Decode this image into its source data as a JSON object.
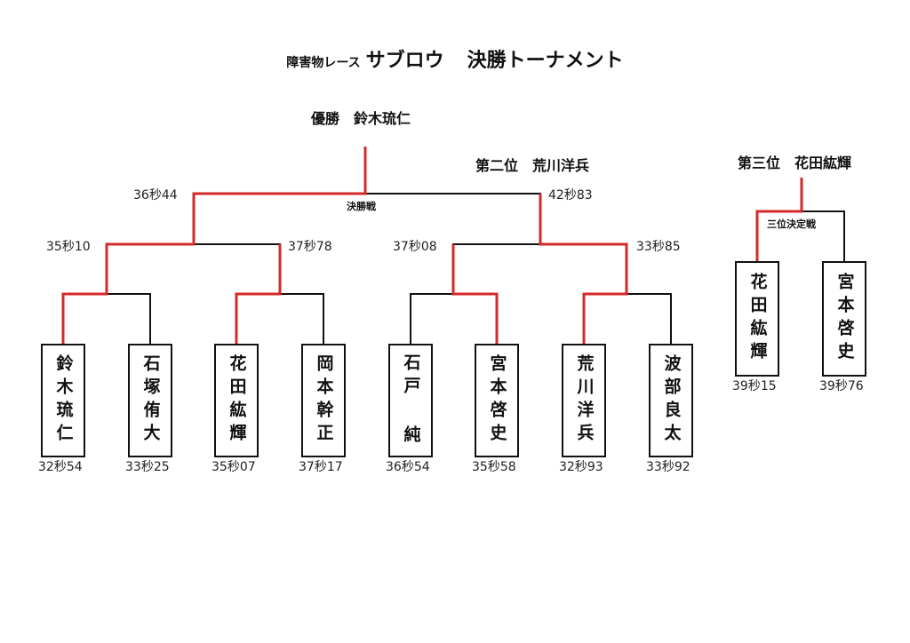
{
  "title": {
    "sub": "障害物レース",
    "main": "サブロウ",
    "tournament": "決勝トーナメント"
  },
  "winner": {
    "label": "優勝",
    "name": "鈴木琉仁"
  },
  "second": {
    "label": "第二位",
    "name": "荒川洋兵"
  },
  "third": {
    "label": "第三位",
    "name": "花田紘輝"
  },
  "final_label": "決勝戦",
  "third_match_label": "三位決定戦",
  "final_times": [
    "36秒44",
    "42秒83"
  ],
  "semi_times": [
    "35秒10",
    "37秒78",
    "37秒08",
    "33秒85"
  ],
  "players": [
    {
      "name": "鈴木琉仁",
      "time": "32秒54"
    },
    {
      "name": "石塚侑大",
      "time": "33秒25"
    },
    {
      "name": "花田紘輝",
      "time": "35秒07"
    },
    {
      "name": "岡本幹正",
      "time": "37秒17"
    },
    {
      "name": "石戸 純",
      "time": "36秒54"
    },
    {
      "name": "宮本啓史",
      "time": "35秒58"
    },
    {
      "name": "荒川洋兵",
      "time": "32秒93"
    },
    {
      "name": "波部良太",
      "time": "33秒92"
    }
  ],
  "third_players": [
    {
      "name": "花田紘輝",
      "time": "39秒15"
    },
    {
      "name": "宮本啓史",
      "time": "39秒76"
    }
  ],
  "colors": {
    "winner_line": "#d42a2a",
    "line": "#111111"
  }
}
